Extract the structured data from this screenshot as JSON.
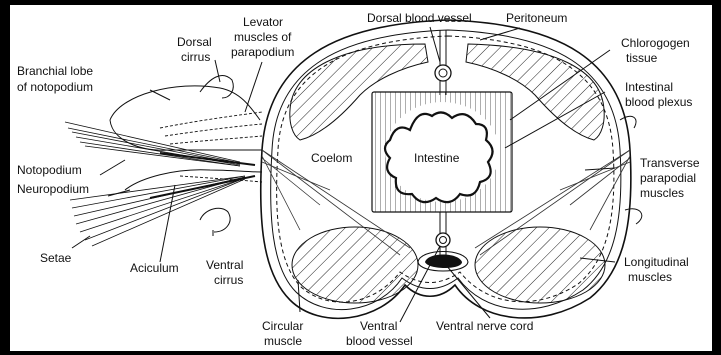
{
  "labels": {
    "dorsal_blood_vessel": "Dorsal blood vessel",
    "peritoneum": "Peritoneum",
    "chlorogogen_1": "Chlorogogen",
    "chlorogogen_2": "tissue",
    "intestinal_1": "Intestinal",
    "intestinal_2": "blood plexus",
    "transverse_1": "Transverse",
    "transverse_2": "parapodial",
    "transverse_3": "muscles",
    "longitudinal_1": "Longitudinal",
    "longitudinal_2": "muscles",
    "ventral_nerve_cord": "Ventral nerve cord",
    "ventral_vessel_1": "Ventral",
    "ventral_vessel_2": "blood vessel",
    "circular_1": "Circular",
    "circular_2": "muscle",
    "ventral_cirrus_1": "Ventral",
    "ventral_cirrus_2": "cirrus",
    "aciculum": "Aciculum",
    "setae": "Setae",
    "neuropodium": "Neuropodium",
    "notopodium": "Notopodium",
    "branchial_1": "Branchial lobe",
    "branchial_2": "of notopodium",
    "dorsal_cirrus_1": "Dorsal",
    "dorsal_cirrus_2": "cirrus",
    "levator_1": "Levator",
    "levator_2": "muscles of",
    "levator_3": "parapodium",
    "coelom": "Coelom",
    "intestine": "Intestine"
  }
}
